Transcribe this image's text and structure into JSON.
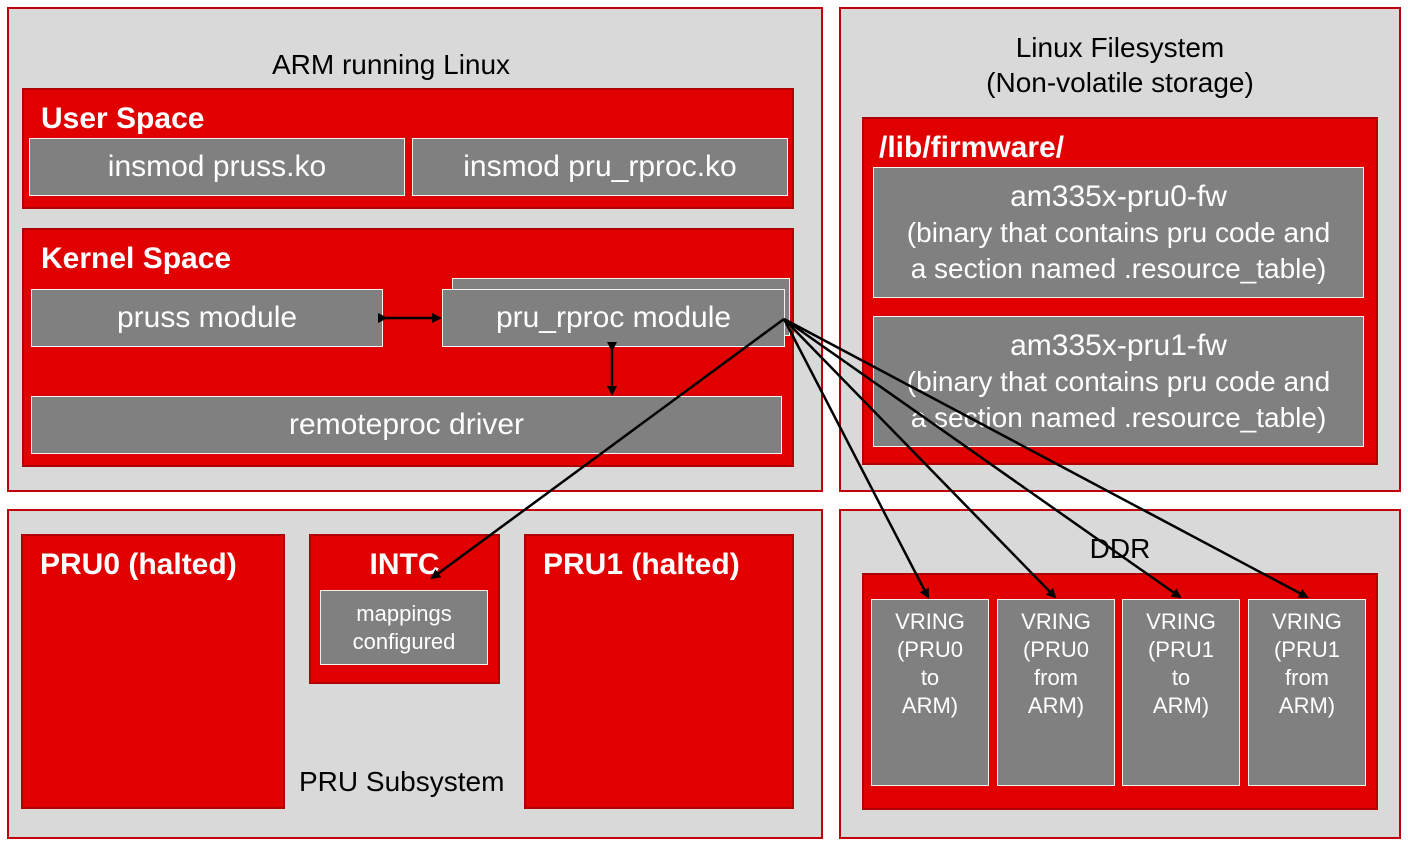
{
  "arm": {
    "title": "ARM running Linux",
    "user_space": {
      "header": "User Space",
      "items": [
        "insmod  pruss.ko",
        "insmod  pru_rproc.ko"
      ]
    },
    "kernel_space": {
      "header": "Kernel Space",
      "pruss_module": "pruss module",
      "pru_rproc_module": "pru_rproc  module",
      "remoteproc_driver": "remoteproc  driver"
    }
  },
  "filesystem": {
    "title_line1": "Linux Filesystem",
    "title_line2": "(Non-volatile storage)",
    "firmware": {
      "header": "/lib/firmware/",
      "files": [
        {
          "name": "am335x-pru0-fw",
          "desc1": "(binary that contains pru code and",
          "desc2": "a section named .resource_table)"
        },
        {
          "name": "am335x-pru1-fw",
          "desc1": "(binary that contains pru code and",
          "desc2": "a section named .resource_table)"
        }
      ]
    }
  },
  "pru_subsystem": {
    "title": "PRU Subsystem",
    "pru0": "PRU0  (halted)",
    "intc": {
      "header": "INTC",
      "mapping_line1": "mappings",
      "mapping_line2": "configured"
    },
    "pru1": "PRU1  (halted)"
  },
  "ddr": {
    "title": "DDR",
    "vrings": [
      [
        "VRING",
        "(PRU0",
        "to",
        "ARM)"
      ],
      [
        "VRING",
        "(PRU0",
        "from",
        "ARM)"
      ],
      [
        "VRING",
        "(PRU1",
        "to",
        "ARM)"
      ],
      [
        "VRING",
        "(PRU1",
        "from",
        "ARM)"
      ]
    ]
  },
  "colors": {
    "region_bg": "#d9d9d9",
    "accent_red": "#e00000",
    "box_gray": "#808080"
  }
}
